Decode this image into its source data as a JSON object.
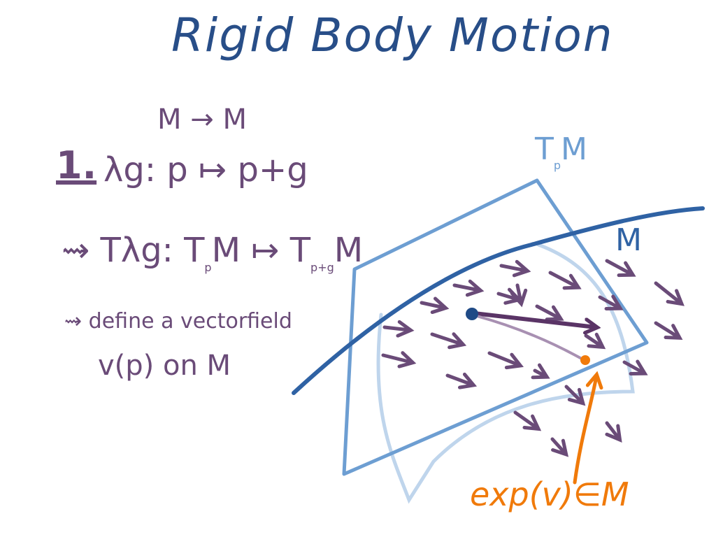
{
  "title": "Rigid Body Motion",
  "notes": {
    "map_domain": "M → M",
    "step_number": "1.",
    "lambda_map": "λg: p ↦ p+g",
    "tangent_map_prefix": "⇝ Tλg: T",
    "tangent_map_sub_p": "p",
    "tangent_map_mid": "M ↦ T",
    "tangent_map_sub_pg": "p+g",
    "tangent_map_end": "M",
    "define_line": "⇝ define a vectorfield",
    "vp_line": "v(p) on M"
  },
  "figure": {
    "tangent_space_label_T": "T",
    "tangent_space_label_sub": "p",
    "tangent_space_label_M": "M",
    "manifold_label": "M",
    "exp_label": "exp(v)∈M",
    "colors": {
      "title": "#284e88",
      "text": "#6a4b78",
      "plane": "#6d9ed2",
      "manifold": "#2f62a4",
      "surface_patch": "#bfd5ec",
      "vector": "#5a3466",
      "field_arrows": "#6a4b78",
      "point": "#1f4a86",
      "exp_point": "#f07a0a"
    }
  }
}
